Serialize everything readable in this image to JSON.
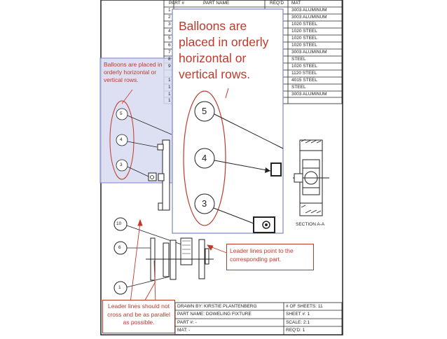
{
  "parts_table": {
    "headers": [
      "PART #",
      "PART NAME",
      "REQ'D",
      "MAT"
    ],
    "part_numbers": [
      "1",
      "2",
      "3",
      "4",
      "5",
      "6",
      "7",
      "8",
      "9",
      "1",
      "1",
      "1",
      "1"
    ],
    "materials": [
      "3003 ALUMINUM",
      "3003 ALUMINUM",
      "1020 STEEL",
      "1020 STEEL",
      "1020 STEEL",
      "1020 STEEL",
      "3003 ALUMINUM",
      "STEEL",
      "1020 STEEL",
      "1120 STEEL",
      "4015 STEEL",
      "STEEL",
      "3003 ALUMINUM"
    ]
  },
  "annotations": {
    "small_note": "Balloons are placed in orderly horizontal or vertical rows.",
    "big_note": "Balloons are placed in orderly horizontal or vertical rows.",
    "leader_note": "Leader lines point to the corresponding part.",
    "cross_note": "Leader lines should not cross and be as parallel as possible."
  },
  "balloons_small": [
    "5",
    "4",
    "3"
  ],
  "balloons_big": [
    "5",
    "4",
    "3"
  ],
  "balloons_lower": [
    "10",
    "6",
    "1"
  ],
  "section_label": "SECTION A-A",
  "title_block": {
    "drawn_by": "DRAWN BY: KIRSTIE PLANTENBERG",
    "part_name": "PART NAME: DOWELING FIXTURE",
    "part_no": "PART #: -",
    "mat": "MAT: -",
    "sheets": "# OF SHEETS: 11",
    "sheet": "SHEET #: 1",
    "scale": "SCALE: 2:1",
    "reqd": "REQ'D: 1"
  },
  "colors": {
    "note_red": "#c0392b",
    "highlight_blue": "#d7daf0",
    "highlight_border": "#7b84c9",
    "line": "#222222"
  }
}
